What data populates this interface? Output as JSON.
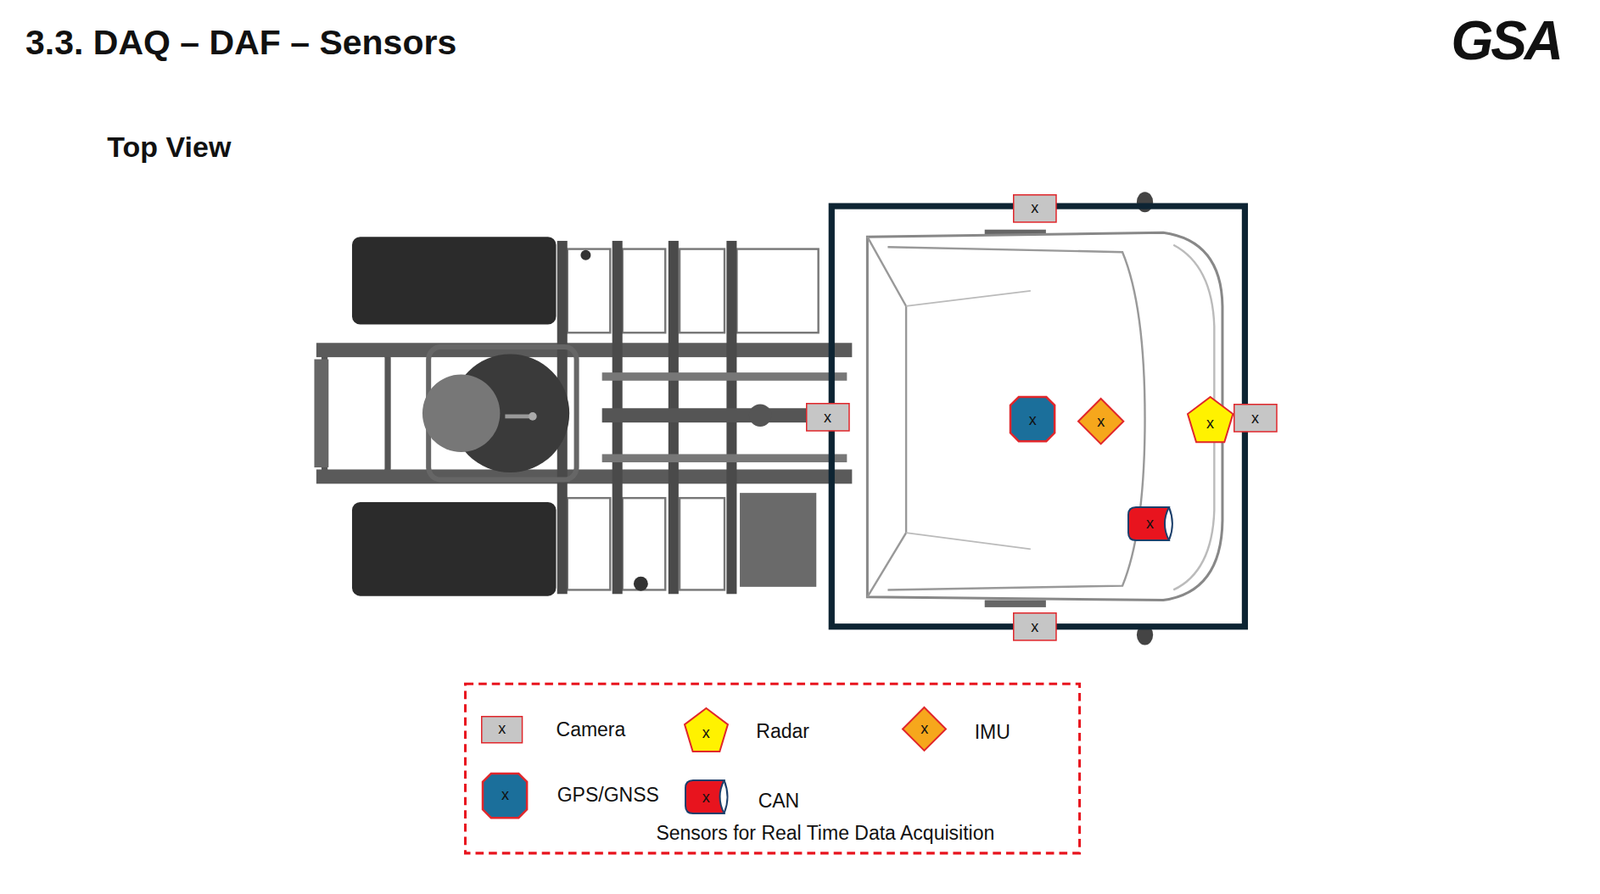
{
  "diagram": {
    "title": "3.3. DAQ – DAF – Sensors",
    "nodes": [
      {
        "text": [
          "x"
        ]
      },
      {
        "text": [
          "x"
        ]
      },
      {
        "text": [
          "x"
        ]
      },
      {
        "text": [
          "x"
        ]
      },
      {
        "text": [
          "x"
        ]
      },
      {
        "text": [
          "x"
        ]
      },
      {
        "text": [
          "x"
        ]
      },
      {
        "text": [
          "x"
        ]
      }
    ],
    "labels": [
      "Top View",
      "GSA",
      "x",
      "x",
      "x",
      "x",
      "x",
      "Sensors for Real Time Data Acquisition"
    ],
    "legend": [
      {
        "text": "Camera"
      },
      {
        "text": "Radar"
      },
      {
        "text": "IMU"
      },
      {
        "text": "GPS/GNSS"
      },
      {
        "text": "CAN"
      }
    ]
  }
}
